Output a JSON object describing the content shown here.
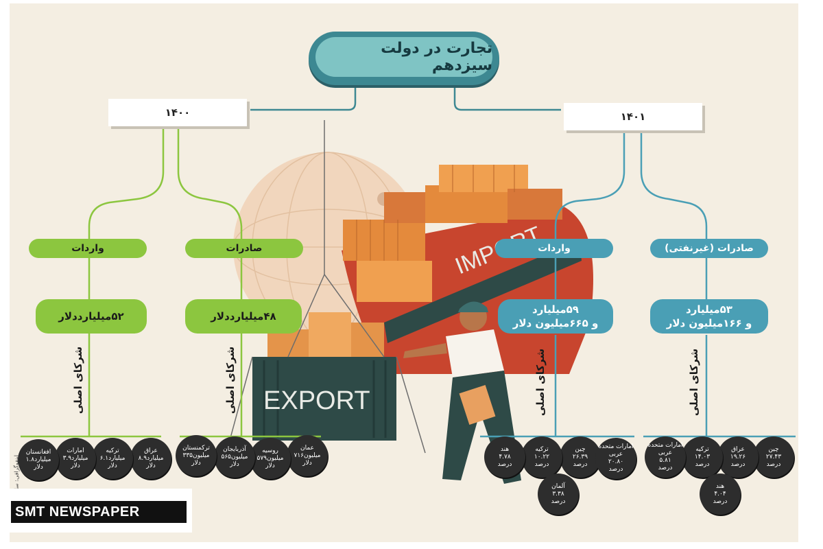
{
  "title": "تجارت در دولت سیزدهم",
  "year_left": "۱۴۰۰",
  "year_right": "۱۴۰۱",
  "partners_label": "شرکای اصلی",
  "ship_label": "IMPORT",
  "container_label": "EXPORT",
  "y1400": {
    "imports": {
      "label": "واردات",
      "value": "۵۲میلیارددلار",
      "partners": [
        {
          "name": "عراق",
          "line1": "۸.۹میلیارد",
          "line2": "دلار"
        },
        {
          "name": "ترکیه",
          "line1": "۶.۱میلیارد",
          "line2": "دلار"
        },
        {
          "name": "امارات",
          "line1": "۳.۹میلیارد",
          "line2": "دلار"
        },
        {
          "name": "افغانستان",
          "line1": "۱.۸میلیارد",
          "line2": "دلار"
        }
      ]
    },
    "exports": {
      "label": "صادرات",
      "value": "۴۸میلیارددلار",
      "partners": [
        {
          "name": "عمان",
          "line1": "۷۱۶میلیون",
          "line2": "دلار"
        },
        {
          "name": "روسیه",
          "line1": "۵۷۹میلیون",
          "line2": "دلار"
        },
        {
          "name": "آذربایجان",
          "line1": "۵۶۵میلیون",
          "line2": "دلار"
        },
        {
          "name": "ترکمنستان",
          "line1": "۳۳۵میلیون",
          "line2": "دلار"
        }
      ]
    }
  },
  "y1401": {
    "imports": {
      "label": "واردات",
      "value_line1": "۵۹میلیارد",
      "value_line2": "و ۶۶۵میلیون دلار",
      "partners": [
        {
          "name": "چین",
          "line1": "۲۶.۳۹",
          "line2": "درصد"
        },
        {
          "name": "امارات متحده عربی",
          "line1": "۲۰.۸۰",
          "line2": "درصد"
        },
        {
          "name": "ترکیه",
          "line1": "۱۰.۲۲",
          "line2": "درصد"
        },
        {
          "name": "هند",
          "line1": "۴.۷۸",
          "line2": "درصد"
        },
        {
          "name": "آلمان",
          "line1": "۳.۳۸",
          "line2": "درصد"
        }
      ]
    },
    "exports": {
      "label": "صادرات (غیرنفتی)",
      "value_line1": "۵۳میلیارد",
      "value_line2": "و ۱۶۶میلیون دلار",
      "partners": [
        {
          "name": "چین",
          "line1": "۲۷.۴۳",
          "line2": "درصد"
        },
        {
          "name": "عراق",
          "line1": "۱۹.۲۶",
          "line2": "درصد"
        },
        {
          "name": "ترکیه",
          "line1": "۱۴.۰۳",
          "line2": "درصد"
        },
        {
          "name": "امارات متحده عربی",
          "line1": "۵.۸۱",
          "line2": "درصد"
        },
        {
          "name": "هند",
          "line1": "۴.۰۴",
          "line2": "درصد"
        }
      ]
    }
  },
  "credit": "اینفوگرافی: سامان",
  "logo": "SMT NEWSPAPER",
  "colors": {
    "green": "#8cc63f",
    "blue": "#4a9fb5",
    "teal": "#7fc4c4",
    "circle": "#2d2d2d",
    "ship": "#c8452e"
  }
}
